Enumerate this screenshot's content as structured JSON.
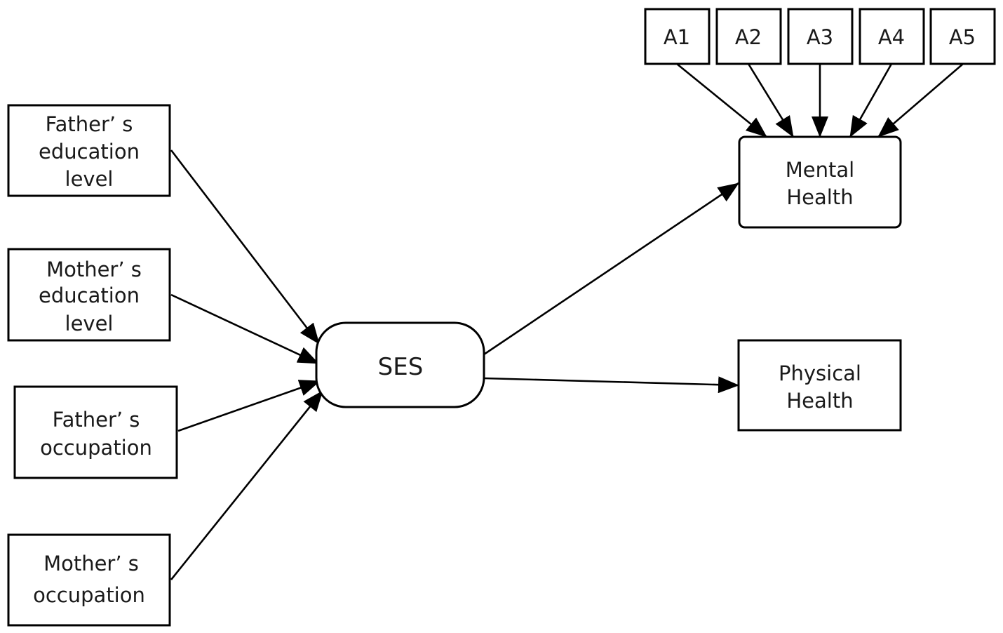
{
  "nodes": {
    "father_education": [
      "Father’ s",
      "education",
      "level"
    ],
    "mother_education": [
      "Mother’ s",
      "education",
      "level"
    ],
    "father_occupation": [
      "Father’ s",
      "occupation"
    ],
    "mother_occupation": [
      "Mother’ s",
      "occupation"
    ],
    "ses": "SES",
    "mental_health": [
      "Mental",
      "Health"
    ],
    "physical_health": [
      "Physical",
      "Health"
    ],
    "indicators": [
      "A1",
      "A2",
      "A3",
      "A4",
      "A5"
    ]
  },
  "edges": [
    {
      "from": "father_education",
      "to": "ses"
    },
    {
      "from": "mother_education",
      "to": "ses"
    },
    {
      "from": "father_occupation",
      "to": "ses"
    },
    {
      "from": "mother_occupation",
      "to": "ses"
    },
    {
      "from": "ses",
      "to": "mental_health"
    },
    {
      "from": "ses",
      "to": "physical_health"
    },
    {
      "from": "indicators.0",
      "to": "mental_health"
    },
    {
      "from": "indicators.1",
      "to": "mental_health"
    },
    {
      "from": "indicators.2",
      "to": "mental_health"
    },
    {
      "from": "indicators.3",
      "to": "mental_health"
    },
    {
      "from": "indicators.4",
      "to": "mental_health"
    }
  ]
}
